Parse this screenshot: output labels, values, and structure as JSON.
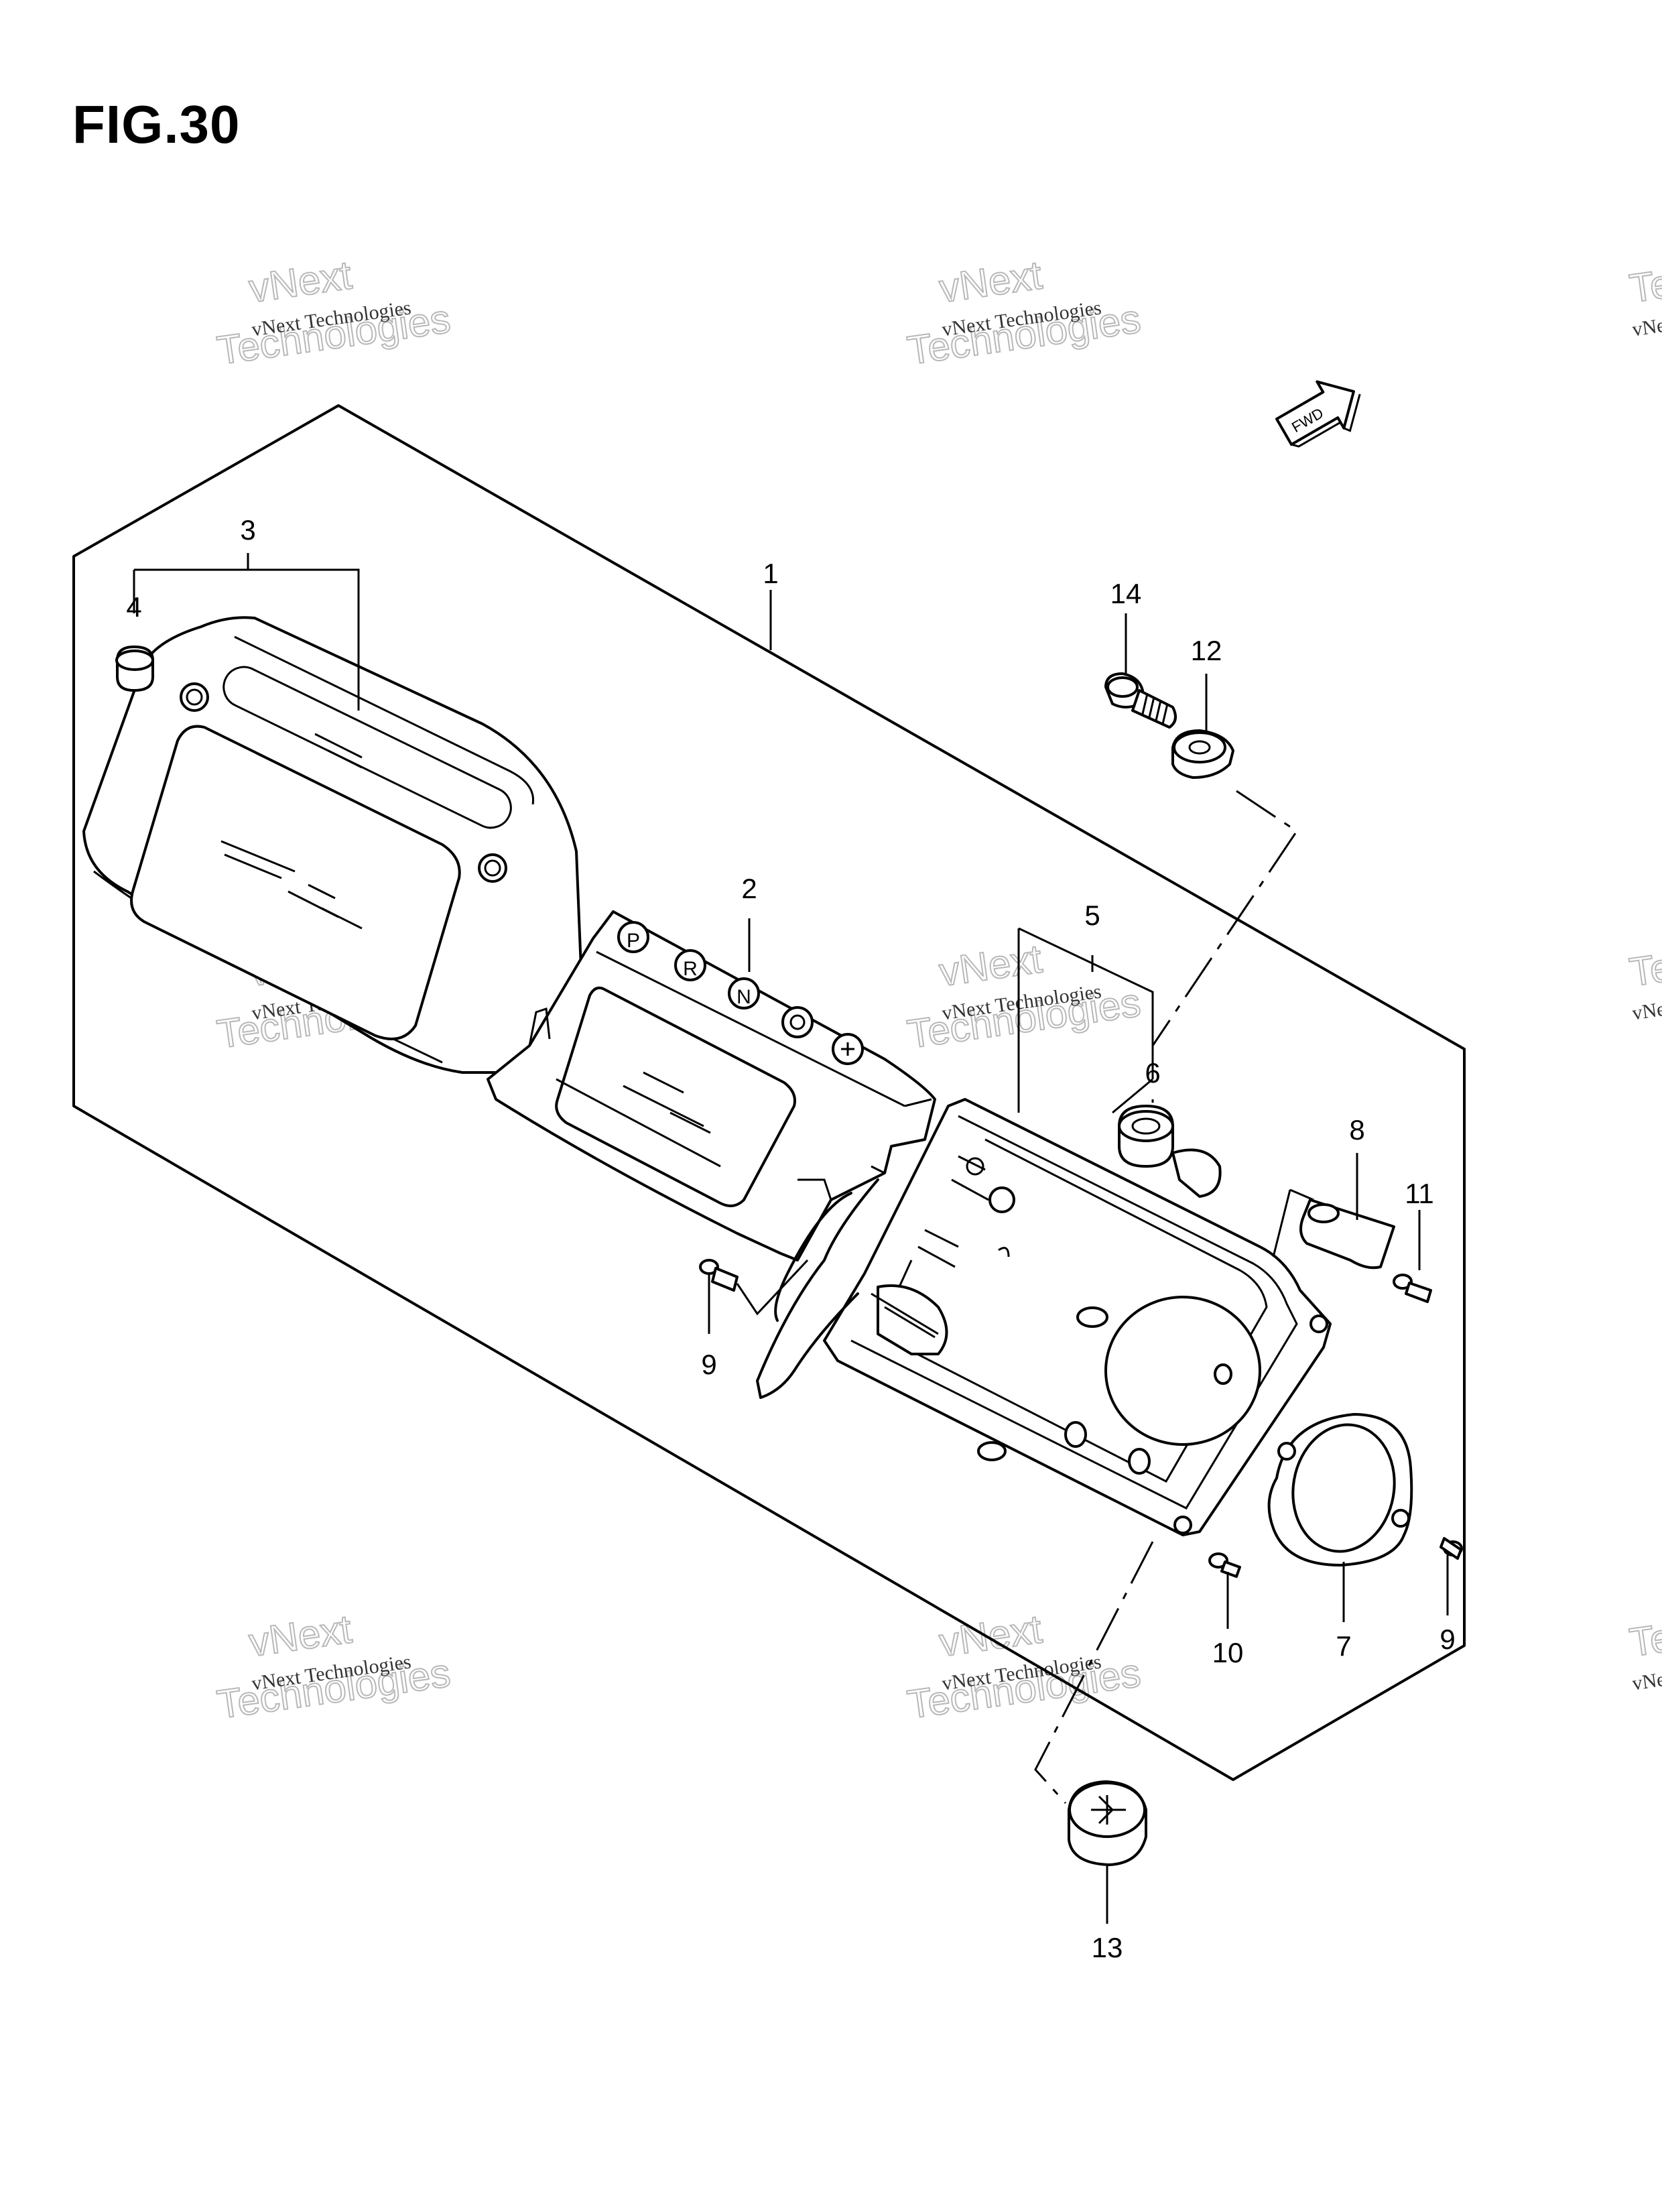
{
  "figure": {
    "title": "FIG.30"
  },
  "fwd_label": "FWD",
  "watermark": {
    "line1": "vNext Technologies",
    "line2": "vNext",
    "line3": "Technologies"
  },
  "callouts": [
    {
      "key": "c1",
      "text": "1"
    },
    {
      "key": "c2",
      "text": "2"
    },
    {
      "key": "c3",
      "text": "3"
    },
    {
      "key": "c4",
      "text": "4"
    },
    {
      "key": "c5",
      "text": "5"
    },
    {
      "key": "c6",
      "text": "6"
    },
    {
      "key": "c7",
      "text": "7"
    },
    {
      "key": "c8",
      "text": "8"
    },
    {
      "key": "c9a",
      "text": "9"
    },
    {
      "key": "c9b",
      "text": "9"
    },
    {
      "key": "c10",
      "text": "10"
    },
    {
      "key": "c11",
      "text": "11"
    },
    {
      "key": "c12",
      "text": "12"
    },
    {
      "key": "c13",
      "text": "13"
    },
    {
      "key": "c14",
      "text": "14"
    }
  ],
  "indicator_letters": [
    "P",
    "R",
    "N"
  ]
}
